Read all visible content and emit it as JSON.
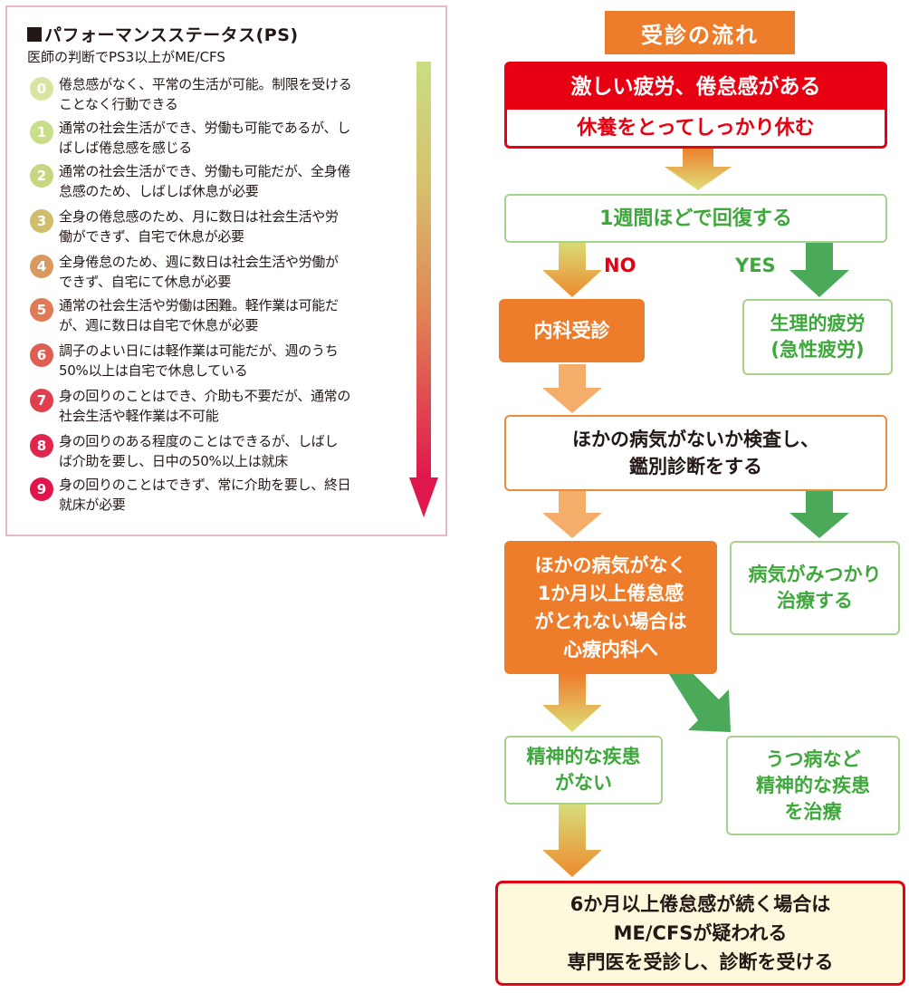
{
  "ps_panel": {
    "title": "パフォーマンスステータス(PS)",
    "subtitle": "医師の判断でPS3以上がME/CFS",
    "items": [
      {
        "num": "0",
        "color": "#d9e4a0",
        "line1": "倦怠感がなく、平常の生活が可能。制限を受ける",
        "line2": "ことなく行動できる"
      },
      {
        "num": "1",
        "color": "#c8de88",
        "line1": "通常の社会生活ができ、労働も可能であるが、し",
        "line2": "ばしば倦怠感を感じる"
      },
      {
        "num": "2",
        "color": "#c9d580",
        "line1": "通常の社会生活ができ、労働も可能だが、全身倦",
        "line2": "怠感のため、しばしば休息が必要"
      },
      {
        "num": "3",
        "color": "#d0bd6c",
        "line1": "全身の倦怠感のため、月に数日は社会生活や労",
        "line2": "働ができず、自宅で休息が必要"
      },
      {
        "num": "4",
        "color": "#d99860",
        "line1": "全身倦怠のため、週に数日は社会生活や労働が",
        "line2": "できず、自宅にて休息が必要"
      },
      {
        "num": "5",
        "color": "#e07a56",
        "line1": "通常の社会生活や労働は困難。軽作業は可能だ",
        "line2": "が、週に数日は自宅で休息が必要"
      },
      {
        "num": "6",
        "color": "#e05d52",
        "line1": "調子のよい日には軽作業は可能だが、週のうち",
        "line2": "50%以上は自宅で休息している"
      },
      {
        "num": "7",
        "color": "#e0404e",
        "line1": "身の回りのことはでき、介助も不要だが、通常の",
        "line2": "社会生活や軽作業は不可能"
      },
      {
        "num": "8",
        "color": "#e0264d",
        "line1": "身の回りのある程度のことはできるが、しばし",
        "line2": "ば介助を要し、日中の50%以上は就床"
      },
      {
        "num": "9",
        "color": "#e0154b",
        "line1": "身の回りのことはできず、常に介助を要し、終日",
        "line2": "就床が必要"
      }
    ]
  },
  "flow": {
    "header": "受診の流れ",
    "top_box": {
      "line1": "激しい疲労、倦怠感がある",
      "line2": "休養をとってしっかり休む"
    },
    "recover_question": "1週間ほどで回復する",
    "label_no": "NO",
    "label_yes": "YES",
    "naika": "内科受診",
    "acute": {
      "line1": "生理的疲労",
      "line2": "(急性疲労)"
    },
    "exam": {
      "line1": "ほかの病気がないか検査し、",
      "line2": "鑑別診断をする"
    },
    "no_disease": {
      "line1": "ほかの病気がなく",
      "line2": "1か月以上倦怠感",
      "line3": "がとれない場合は",
      "line4": "心療内科へ"
    },
    "found": {
      "line1": "病気がみつかり",
      "line2": "治療する"
    },
    "no_mental": {
      "line1": "精神的な疾患",
      "line2": "がない"
    },
    "depression": {
      "line1": "うつ病など",
      "line2": "精神的な疾患",
      "line3": "を治療"
    },
    "final": {
      "line1": "6か月以上倦怠感が続く場合は",
      "line2": "ME/CFSが疑われる",
      "line3": "専門医を受診し、診断を受ける"
    }
  },
  "colors": {
    "orange": "#ee7d2b",
    "green": "#3fa83c",
    "red": "#e60012",
    "light_green_border": "#a9d18e",
    "pink_border": "#eab7c4",
    "cream": "#fdf9dc"
  }
}
